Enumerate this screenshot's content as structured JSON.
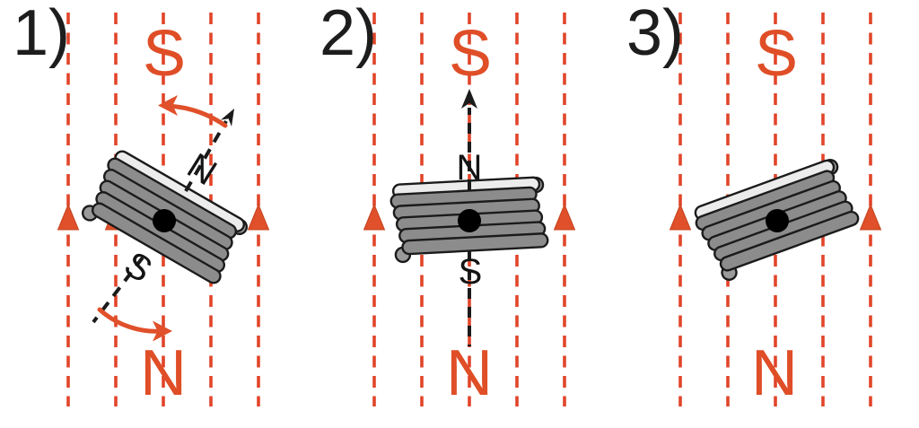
{
  "figure": {
    "field": {
      "lines_per_panel": 5,
      "direction": "up"
    }
  },
  "colors": {
    "field_line": "#e1452a",
    "field_arrow": "#e0502a",
    "pole_label": "#df4e27",
    "coil_gray": "#8c8c8c",
    "coil_light": "#ececec",
    "outline": "#1b1b1b",
    "needle_black": "#141414"
  },
  "panels": [
    {
      "label": "1)",
      "top_pole": "S",
      "bottom_pole": "N",
      "needle_north": "N",
      "needle_south": "S",
      "coil_tilt_deg": 30,
      "shows_needle_axis": true,
      "shows_rotation_arrows": true
    },
    {
      "label": "2)",
      "top_pole": "S",
      "bottom_pole": "N",
      "needle_north": "N",
      "needle_south": "S",
      "coil_tilt_deg": -3,
      "shows_needle_axis": true,
      "shows_rotation_arrows": false
    },
    {
      "label": "3)",
      "top_pole": "S",
      "bottom_pole": "N",
      "coil_tilt_deg": -20,
      "shows_needle_axis": false,
      "shows_rotation_arrows": false
    }
  ]
}
